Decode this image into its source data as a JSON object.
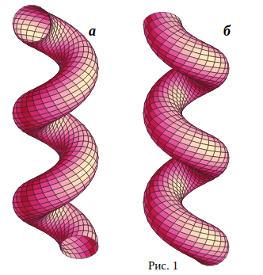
{
  "diagram": {
    "caption": "Рис. 1",
    "labels": [
      "а",
      "б"
    ]
  }
}
